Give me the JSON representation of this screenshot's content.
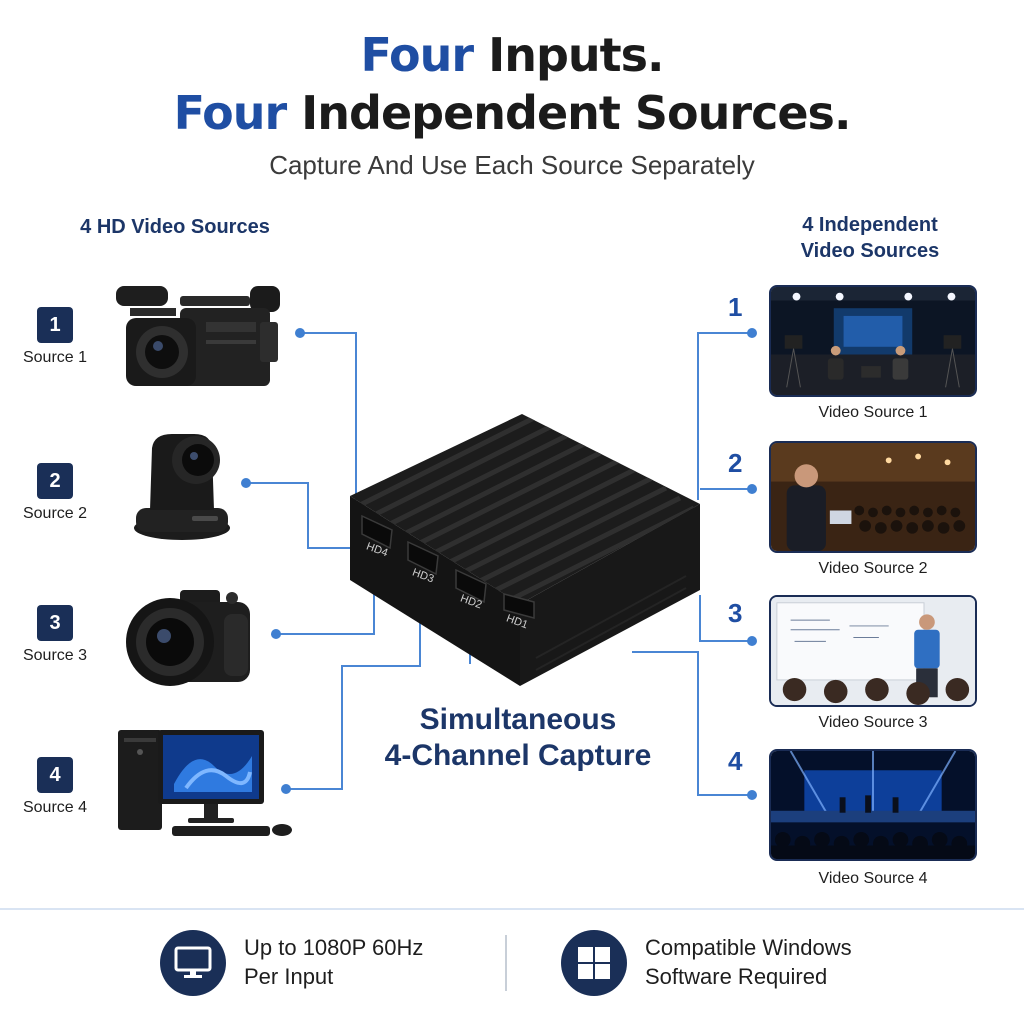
{
  "header": {
    "line1_accent": "Four",
    "line1_rest": " Inputs.",
    "line2_accent": "Four",
    "line2_rest": " Independent Sources.",
    "subhead": "Capture And Use Each Source Separately"
  },
  "left_title": "4 HD Video Sources",
  "right_title_1": "4 Independent",
  "right_title_2": "Video Sources",
  "sources": [
    {
      "number": "1",
      "label": "Source 1",
      "icon": "camcorder-icon"
    },
    {
      "number": "2",
      "label": "Source 2",
      "icon": "ptz-camera-icon"
    },
    {
      "number": "3",
      "label": "Source 3",
      "icon": "dslr-camera-icon"
    },
    {
      "number": "4",
      "label": "Source 4",
      "icon": "desktop-pc-icon"
    }
  ],
  "device": {
    "ports": [
      "HD4",
      "HD3",
      "HD2",
      "HD1"
    ]
  },
  "caption_1": "Simultaneous",
  "caption_2": "4-Channel Capture",
  "outputs": [
    {
      "number": "1",
      "label": "Video Source 1"
    },
    {
      "number": "2",
      "label": "Video Source 2"
    },
    {
      "number": "3",
      "label": "Video Source 3"
    },
    {
      "number": "4",
      "label": "Video Source 4"
    }
  ],
  "footer": {
    "item1_line1": "Up to 1080P 60Hz",
    "item1_line2": "Per Input",
    "item2_line1": "Compatible Windows",
    "item2_line2": "Software Required"
  },
  "colors": {
    "accent": "#1f4ea3",
    "navy": "#1a2f57",
    "wire": "#4a86d4"
  }
}
